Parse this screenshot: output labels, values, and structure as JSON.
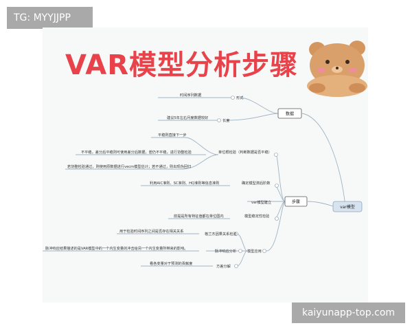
{
  "header_tag": "TG: MYYJJPP",
  "footer_tag": "kaiyunapp-top.com",
  "title": "VAR模型分析步骤",
  "root": {
    "label": "var模型"
  },
  "branches": {
    "data": {
      "label": "数据",
      "children": [
        {
          "label": "形式",
          "leaf": "时间序列数据"
        },
        {
          "label": "长度",
          "leaf": "建议5年左右月度数据较好"
        }
      ]
    },
    "steps": {
      "label": "步骤",
      "children": [
        {
          "label": "单位根检验（判断数据是否平稳）",
          "leaves": [
            "平稳则直接下一步",
            "不平稳，差分后平稳则可使用差分后数据，若仍不平稳，进行协整检验",
            "若协整检验通过，则使用原数据进行vecm模型估计；若不通过，则出现伪回归"
          ]
        },
        {
          "label": "确定模型滞后阶数",
          "leaves": [
            "利用AIC准则、SC准则、HQ准则等信息准则"
          ]
        },
        {
          "label": "var模型建立",
          "leaves": []
        },
        {
          "label": "模型稳定性检验",
          "leaves": [
            "前提是所有特征值都在单位圆内"
          ]
        },
        {
          "label": "模型应用",
          "children": [
            {
              "label": "格兰杰因果关系检验",
              "leaf": "用于检验时间序列之间是否存在相关关系"
            },
            {
              "label": "脉冲响应分析",
              "leaf": "脉冲响应结果描述的是VAR模型中的一个内生变量的冲击给另一个内生变量所带来的影响。"
            },
            {
              "label": "方差分解",
              "leaf": "看各变量对于预测的贡献度"
            }
          ]
        }
      ]
    }
  },
  "colors": {
    "title": "#e8424a",
    "line": "#9fb3c4",
    "root_box": "#d7e3ee",
    "bear": "#d4965e"
  }
}
